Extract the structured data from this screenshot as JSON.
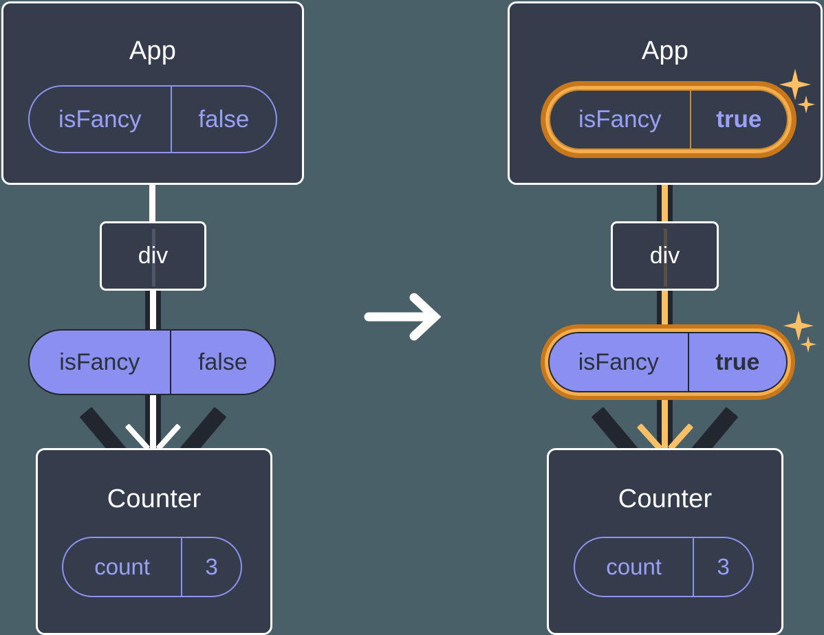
{
  "diagram": {
    "type": "react-state-propagation",
    "background_color": "#4a6068",
    "accent_color": "#f5ad4e",
    "accent_dark_color": "#c8781a",
    "pill_fill_color": "#8b90f0",
    "box_fill_color": "#353c4b",
    "transition_icon": "arrow-right-icon"
  },
  "panels": [
    {
      "id": "before",
      "app": {
        "title": "App",
        "state": {
          "name": "isFancy",
          "value": "false",
          "highlighted": false,
          "bold_value": false
        }
      },
      "dom": {
        "label": "div"
      },
      "prop": {
        "name": "isFancy",
        "value": "false",
        "highlighted": false,
        "bold_value": false
      },
      "counter": {
        "title": "Counter",
        "state": {
          "name": "count",
          "value": "3",
          "highlighted": false,
          "bold_value": false
        }
      },
      "sparkles": []
    },
    {
      "id": "after",
      "app": {
        "title": "App",
        "state": {
          "name": "isFancy",
          "value": "true",
          "highlighted": true,
          "bold_value": true
        }
      },
      "dom": {
        "label": "div"
      },
      "prop": {
        "name": "isFancy",
        "value": "true",
        "highlighted": true,
        "bold_value": true
      },
      "counter": {
        "title": "Counter",
        "state": {
          "name": "count",
          "value": "3",
          "highlighted": false,
          "bold_value": false
        }
      },
      "sparkles": [
        "sparkle-large-icon",
        "sparkle-small-icon",
        "sparkle-large-icon",
        "sparkle-small-icon"
      ]
    }
  ]
}
